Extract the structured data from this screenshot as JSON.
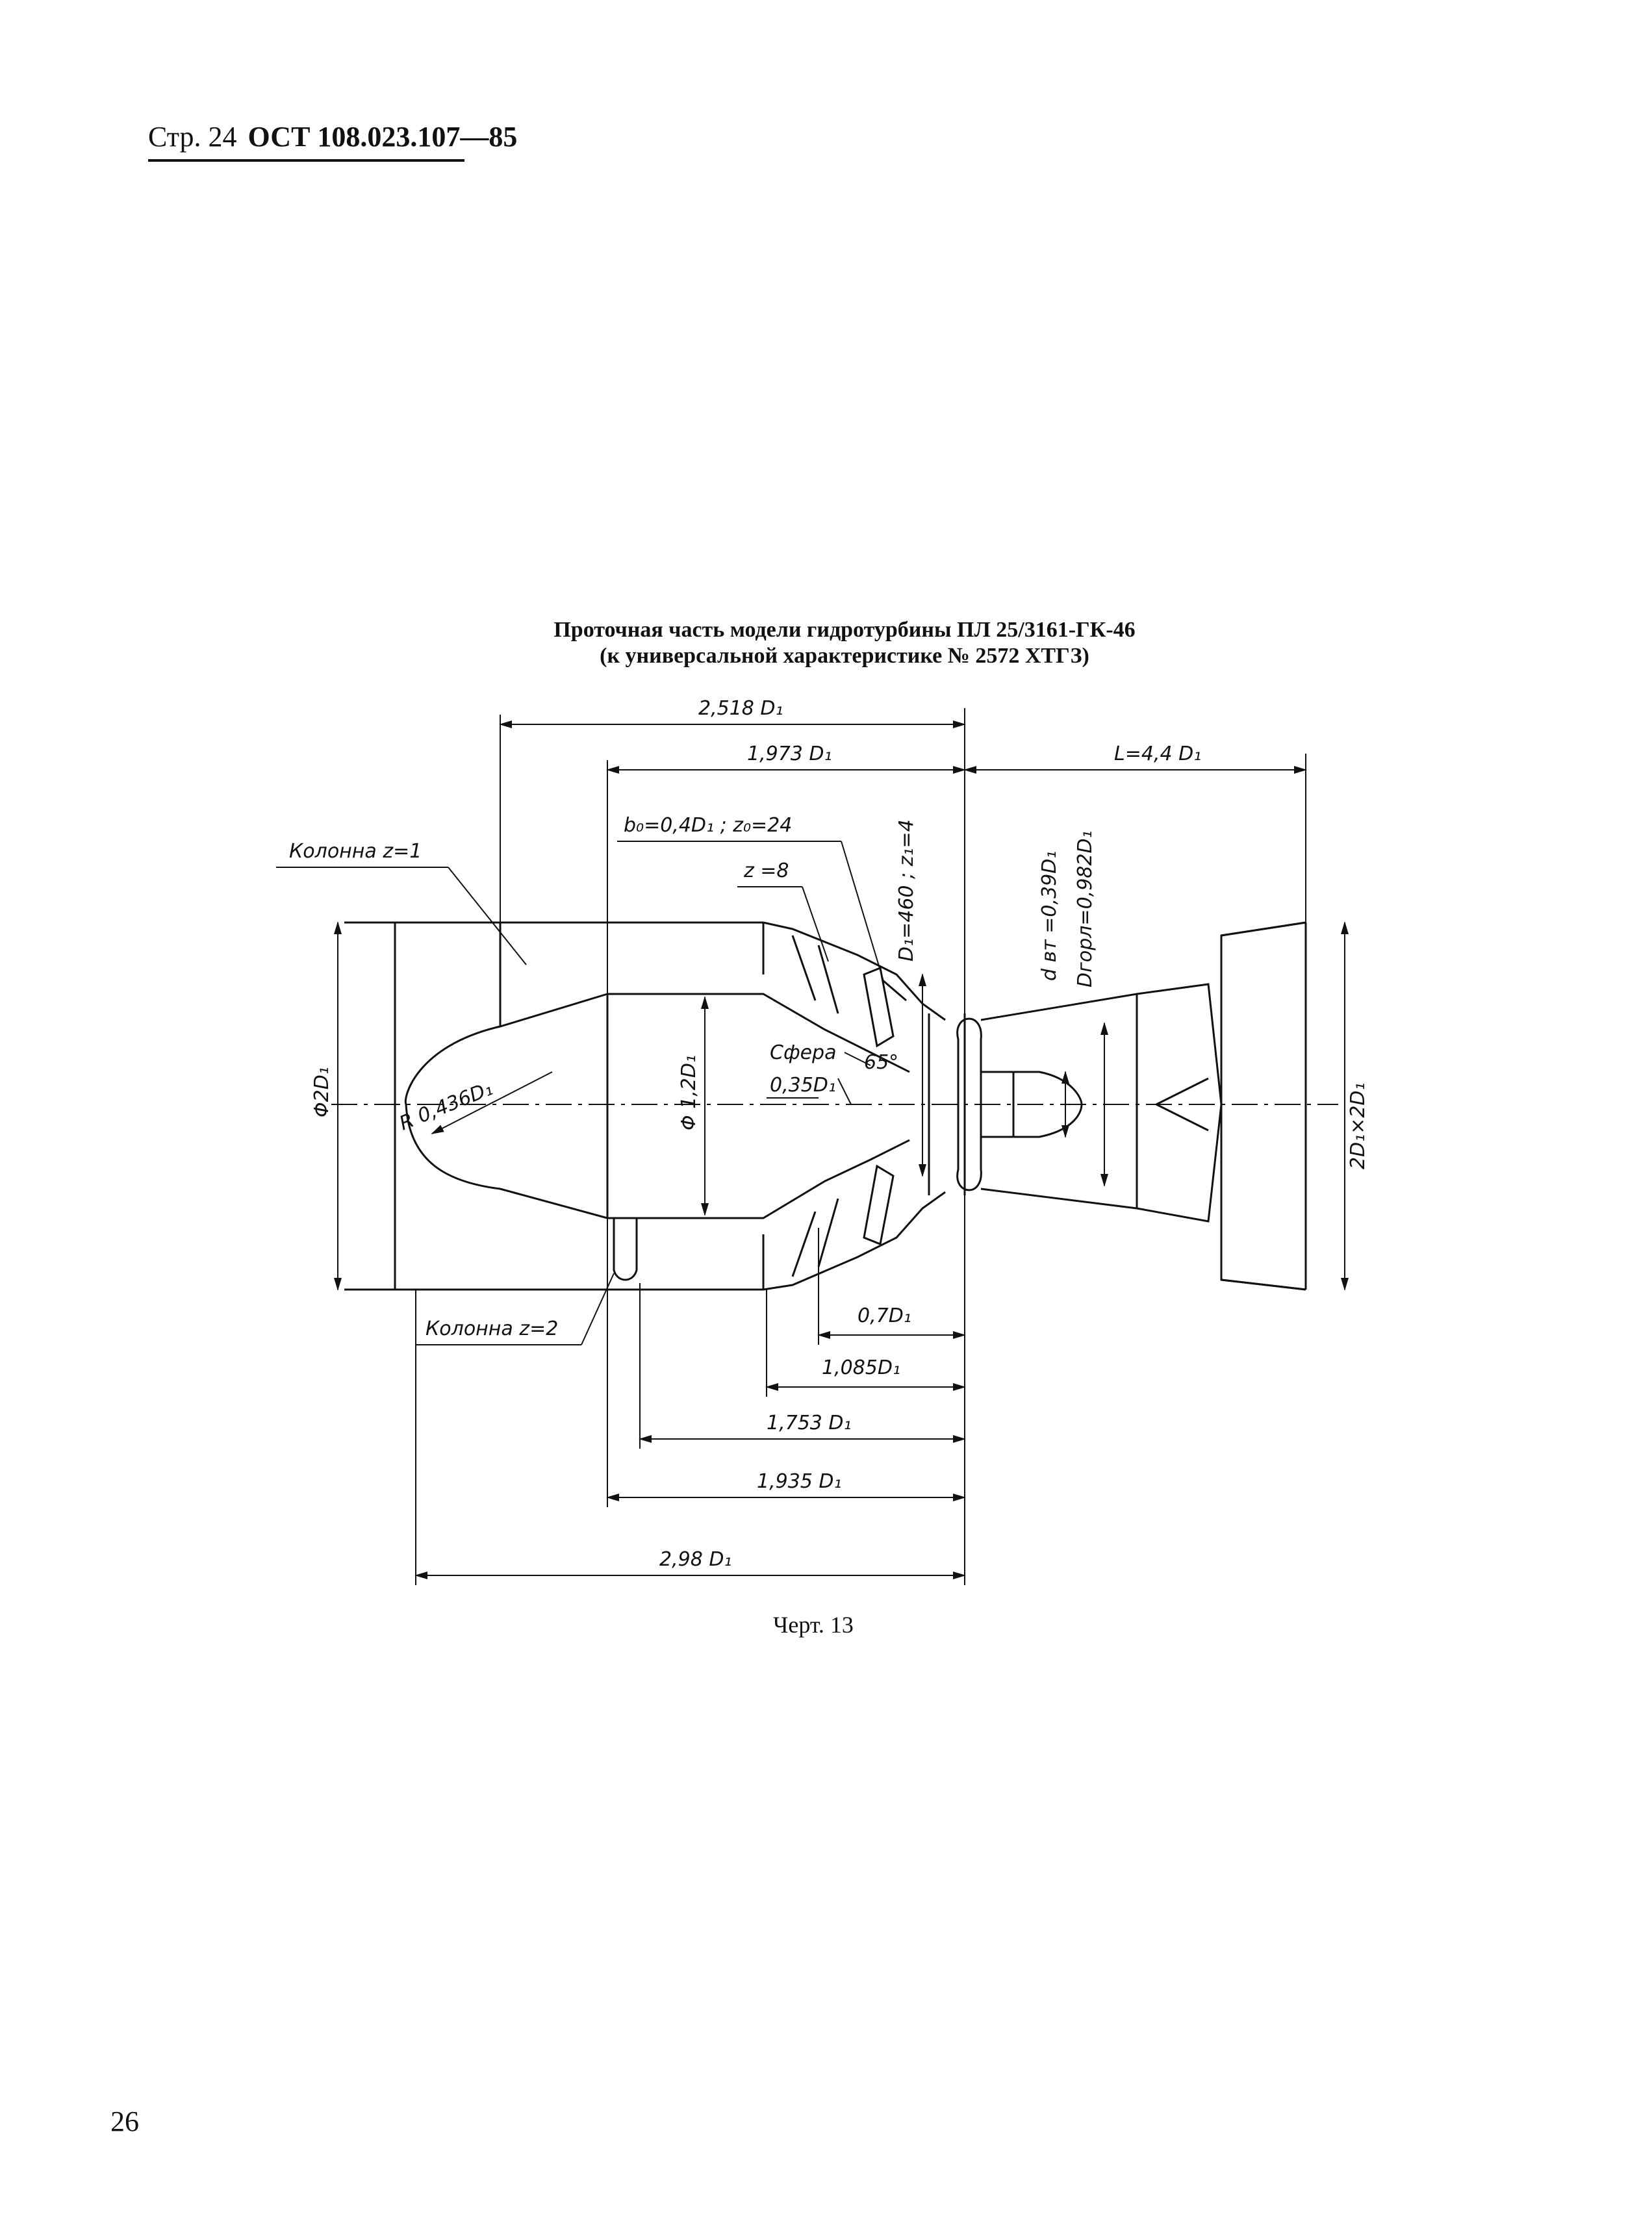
{
  "header": {
    "page_label": "Стр. 24",
    "standard": "ОСТ 108.023.107—85"
  },
  "title": {
    "line1": "Проточная часть модели гидротурбины ПЛ 25/3161-ГК-46",
    "line2": "(к универсальной характеристике № 2572 ХТГЗ)"
  },
  "drawing": {
    "dim_top_2518": "2,518 D₁",
    "dim_top_1973": "1,973 D₁",
    "dim_L": "L=4,4 D₁",
    "guide_vanes": "b₀=0,4D₁ ; z₀=24",
    "stay_vanes": "z =8",
    "runner": "D₁=460 ; z₁=4",
    "hub_throat": "d вт =0,39D₁",
    "throat": "Dгорл=0,982D₁",
    "column1": "Колонна z=1",
    "column2": "Колонна z=2",
    "dia_2D": "Φ2D₁",
    "radius": "R 0,436D₁",
    "dia_12": "Φ 1,2D₁",
    "sphere": "Сфера",
    "sphere_dim": "0,35D₁",
    "angle": "65°",
    "outlet": "2D₁×2D₁",
    "dim_07": "0,7D₁",
    "dim_1085": "1,085D₁",
    "dim_1753": "1,753 D₁",
    "dim_1935": "1,935 D₁",
    "dim_298": "2,98 D₁"
  },
  "caption": "Черт. 13",
  "page_number": "26"
}
